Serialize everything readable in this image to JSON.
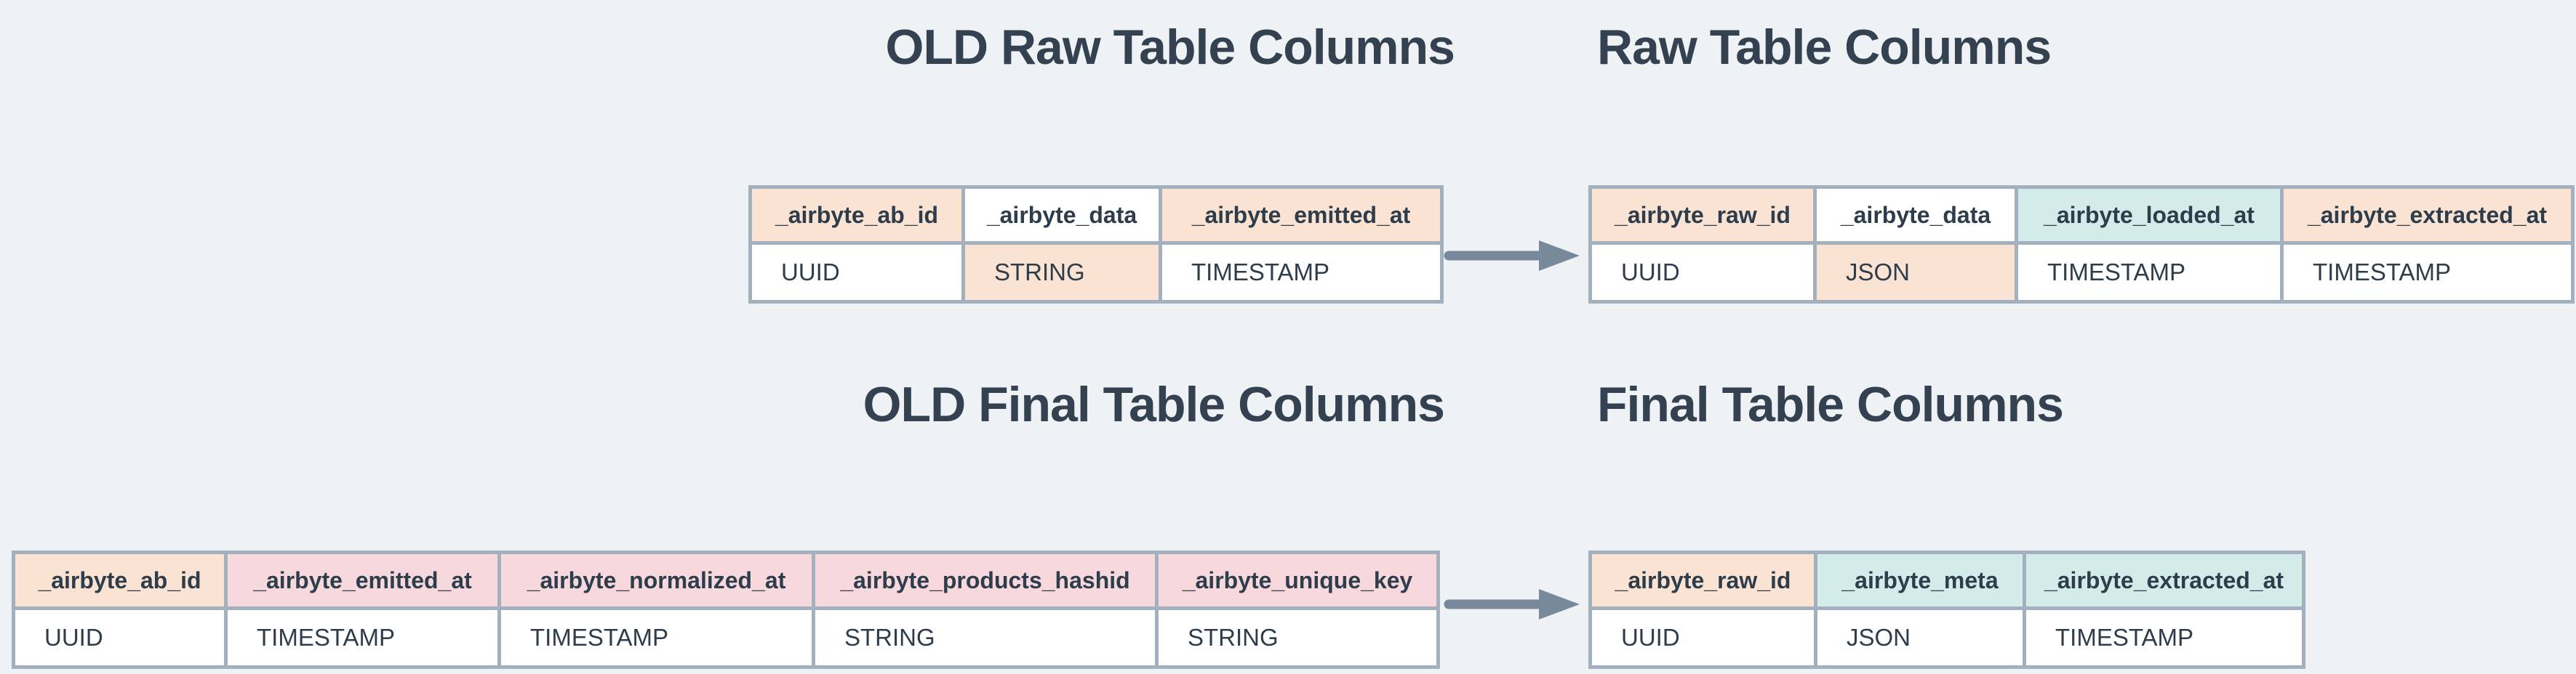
{
  "colors": {
    "background": "#eef2f5",
    "border": "#a3b1bf",
    "text": "#2e3d4b",
    "title": "#334150",
    "arrow": "#78899c",
    "peach": "#fae3d3",
    "pink": "#f7d8dc",
    "teal": "#d3ebe9",
    "white": "#ffffff"
  },
  "icons": {
    "arrow_right": "→"
  },
  "diagram": {
    "sections": [
      {
        "old": {
          "title": "OLD Raw Table Columns",
          "columns": [
            {
              "name": "_airbyte_ab_id",
              "type": "UUID",
              "name_bg": "peach",
              "type_bg": "white"
            },
            {
              "name": "_airbyte_data",
              "type": "STRING",
              "name_bg": "white",
              "type_bg": "peach"
            },
            {
              "name": "_airbyte_emitted_at",
              "type": "TIMESTAMP",
              "name_bg": "peach",
              "type_bg": "white"
            }
          ]
        },
        "new": {
          "title": "Raw Table Columns",
          "columns": [
            {
              "name": "_airbyte_raw_id",
              "type": "UUID",
              "name_bg": "peach",
              "type_bg": "white"
            },
            {
              "name": "_airbyte_data",
              "type": "JSON",
              "name_bg": "white",
              "type_bg": "peach"
            },
            {
              "name": "_airbyte_loaded_at",
              "type": "TIMESTAMP",
              "name_bg": "teal",
              "type_bg": "white"
            },
            {
              "name": "_airbyte_extracted_at",
              "type": "TIMESTAMP",
              "name_bg": "peach",
              "type_bg": "white"
            }
          ]
        }
      },
      {
        "old": {
          "title": "OLD Final Table Columns",
          "columns": [
            {
              "name": "_airbyte_ab_id",
              "type": "UUID",
              "name_bg": "peach",
              "type_bg": "white"
            },
            {
              "name": "_airbyte_emitted_at",
              "type": "TIMESTAMP",
              "name_bg": "pink",
              "type_bg": "white"
            },
            {
              "name": "_airbyte_normalized_at",
              "type": "TIMESTAMP",
              "name_bg": "pink",
              "type_bg": "white"
            },
            {
              "name": "_airbyte_products_hashid",
              "type": "STRING",
              "name_bg": "pink",
              "type_bg": "white"
            },
            {
              "name": "_airbyte_unique_key",
              "type": "STRING",
              "name_bg": "pink",
              "type_bg": "white"
            }
          ]
        },
        "new": {
          "title": "Final Table Columns",
          "columns": [
            {
              "name": "_airbyte_raw_id",
              "type": "UUID",
              "name_bg": "peach",
              "type_bg": "white"
            },
            {
              "name": "_airbyte_meta",
              "type": "JSON",
              "name_bg": "teal",
              "type_bg": "white"
            },
            {
              "name": "_airbyte_extracted_at",
              "type": "TIMESTAMP",
              "name_bg": "teal",
              "type_bg": "white"
            }
          ]
        }
      }
    ]
  }
}
